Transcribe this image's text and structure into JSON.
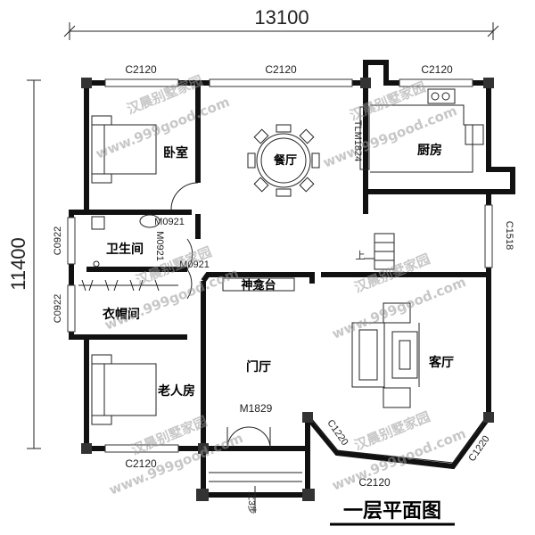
{
  "dimensions": {
    "overall_width": "13100",
    "overall_depth": "11400",
    "side_1": "C0922",
    "side_2": "C0922",
    "right_side": "C1518"
  },
  "windows": {
    "top_left": "C2120",
    "top_middle": "C2120",
    "top_right": "C2120",
    "bottom_left": "C2120",
    "bottom_right": "C2120",
    "bay_left": "C1220",
    "bay_right": "C1220"
  },
  "doors": {
    "bedroom": "M0921",
    "bathroom_1": "M0921",
    "bathroom_2": "M0921",
    "kitchen": "TLM1824",
    "main_entry": "M1829"
  },
  "rooms": {
    "bedroom": "卧室",
    "dining": "餐厅",
    "kitchen": "厨房",
    "bathroom": "卫生间",
    "shrine": "神龛台",
    "closet": "衣帽间",
    "living": "客厅",
    "foyer": "门厅",
    "elder_room": "老人房"
  },
  "stair_up": "上",
  "steps_label": "上3步",
  "plan_title": "一层平面图",
  "watermark": {
    "brand": "汉晨别墅家园",
    "url": "www.999good.com"
  }
}
